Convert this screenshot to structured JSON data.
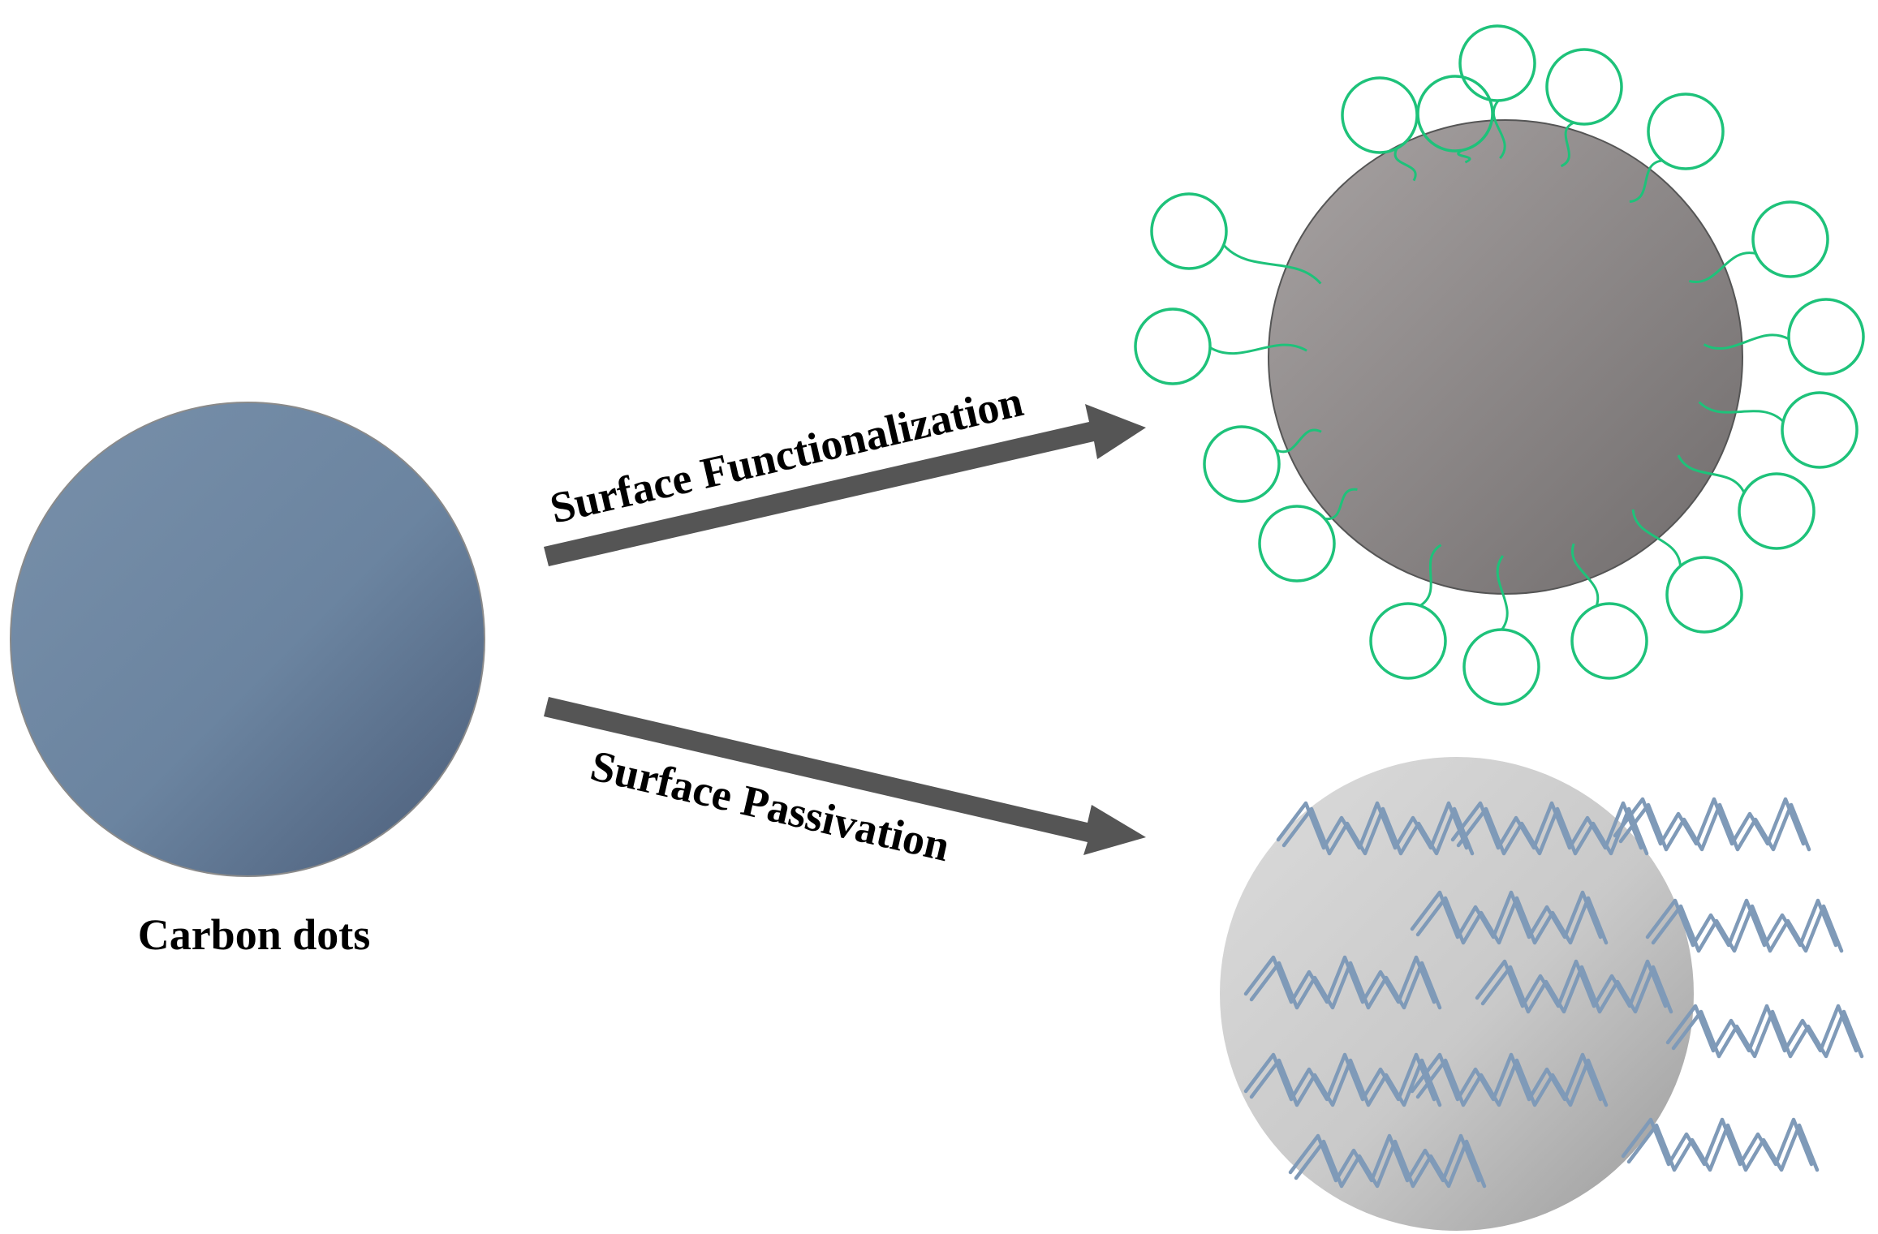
{
  "labels": {
    "carbon_dots": "Carbon dots",
    "surface_functionalization": "Surface Functionalization",
    "surface_passivation": "Surface Passivation"
  },
  "colors": {
    "carbon_dot_light": "#7890aa",
    "carbon_dot_dark": "#4a5c78",
    "functionalized_core_light": "#a8a3a3",
    "functionalized_core_dark": "#706c6c",
    "passivated_core_light": "#dcdcdc",
    "passivated_core_dark": "#9a9a9a",
    "arrow": "#555555",
    "functional_group": "#1ec27a",
    "polymer_chain": "#7f9ab8"
  }
}
